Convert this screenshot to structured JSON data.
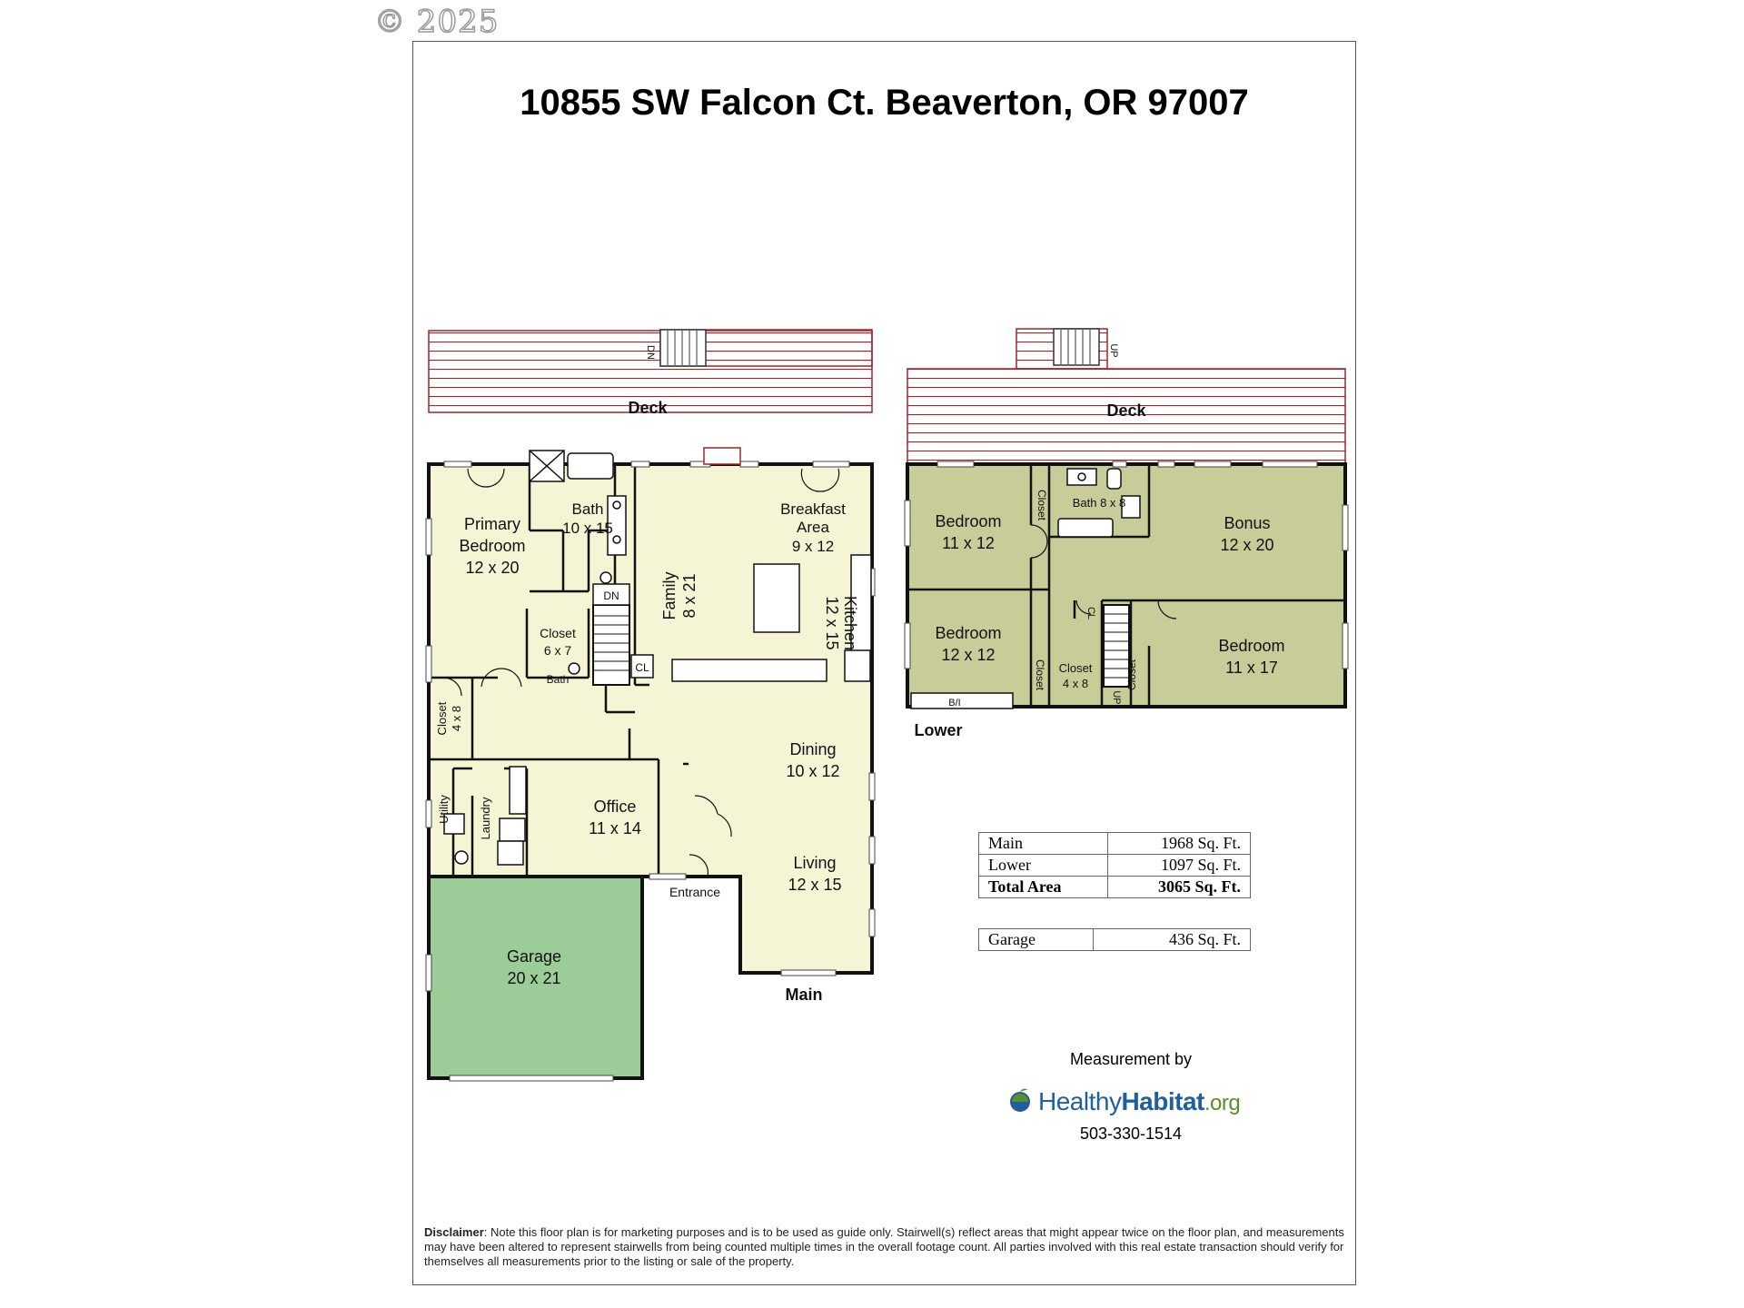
{
  "copyright": "© 2025",
  "title": "10855 SW Falcon Ct. Beaverton, OR 97007",
  "levels": {
    "main": {
      "label": "Main",
      "deck_label": "Deck",
      "stair_label": "DN",
      "rooms": {
        "primary_bedroom": [
          "Primary",
          "Bedroom",
          "12 x 20"
        ],
        "bath": [
          "Bath",
          "10 x 15"
        ],
        "family": [
          "Family",
          "8 x 21"
        ],
        "breakfast": [
          "Breakfast",
          "Area",
          "9 x 12"
        ],
        "kitchen": [
          "Kitchen",
          "12 x 15"
        ],
        "closet_6x7": [
          "Closet",
          "6 x 7"
        ],
        "dn": "DN",
        "half_bath": "Bath",
        "cl": "CL",
        "closet_4x8": [
          "Closet",
          "4 x 8"
        ],
        "dining": [
          "Dining",
          "10 x 12"
        ],
        "utility": "Utility",
        "laundry": "Laundry",
        "office": [
          "Office",
          "11 x 14"
        ],
        "living": [
          "Living",
          "12 x 15"
        ],
        "entrance": "Entrance",
        "garage": [
          "Garage",
          "20 x 21"
        ]
      }
    },
    "lower": {
      "label": "Lower",
      "deck_label": "Deck",
      "stair_label": "UP",
      "rooms": {
        "bedroom_11x12": [
          "Bedroom",
          "11 x 12"
        ],
        "closet_a": "Closet",
        "bath": "Bath 8 x 8",
        "bonus": [
          "Bonus",
          "12 x 20"
        ],
        "bedroom_12x12": [
          "Bedroom",
          "12 x 12"
        ],
        "closet_b": "Closet",
        "closet_4x8": [
          "Closet",
          "4 x 8"
        ],
        "cl": "CL",
        "up": "UP",
        "closet_c": "Closet",
        "bedroom_11x17": [
          "Bedroom",
          "11 x 17"
        ],
        "bi": "B/I"
      }
    }
  },
  "area_table": [
    {
      "label": "Main",
      "value": "1968 Sq. Ft."
    },
    {
      "label": "Lower",
      "value": "1097 Sq. Ft."
    },
    {
      "label": "Total Area",
      "value": "3065 Sq. Ft."
    }
  ],
  "garage_row": {
    "label": "Garage",
    "value": "436 Sq. Ft."
  },
  "measurement_by": "Measurement by",
  "logo": {
    "part1": "Healthy",
    "part2": "Habitat",
    "part3": ".org"
  },
  "phone": "503-330-1514",
  "disclaimer": {
    "lead": "Disclaimer",
    "text": ": Note this floor plan is for marketing purposes and is to be used as guide only.  Stairwell(s) reflect areas that might appear twice on the floor plan, and measurements may have been altered to represent stairwells from being counted multiple times in the overall footage count.  All parties involved with this real estate transaction should verify for themselves all measurements prior to the listing or sale of the property."
  },
  "colors": {
    "main_floor": "#f5f5d6",
    "lower_floor": "#c8cc99",
    "garage": "#9ccc97",
    "deck_lines": "#a0252a"
  }
}
